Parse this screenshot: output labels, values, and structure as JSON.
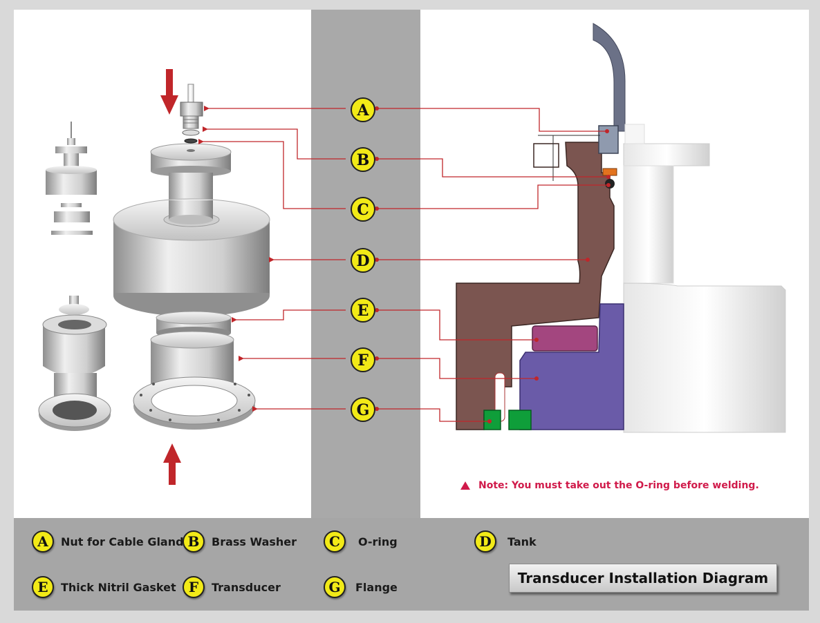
{
  "callouts": [
    {
      "letter": "A",
      "label": "Nut for Cable Gland"
    },
    {
      "letter": "B",
      "label": "Brass Washer"
    },
    {
      "letter": "C",
      "label": "O-ring"
    },
    {
      "letter": "D",
      "label": "Tank"
    },
    {
      "letter": "E",
      "label": "Thick Nitril Gasket"
    },
    {
      "letter": "F",
      "label": "Transducer"
    },
    {
      "letter": "G",
      "label": "Flange"
    }
  ],
  "note": "Note: You must take out the O-ring before welding.",
  "title": "Transducer Installation Diagram",
  "colors": {
    "arrow": "#c0262a",
    "badge": "#f2ea17",
    "tank": "#7b5550",
    "gasket": "#a3467f",
    "transducer": "#6a5ba8",
    "flange": "#0f9e3a",
    "note": "#d01a4a"
  }
}
